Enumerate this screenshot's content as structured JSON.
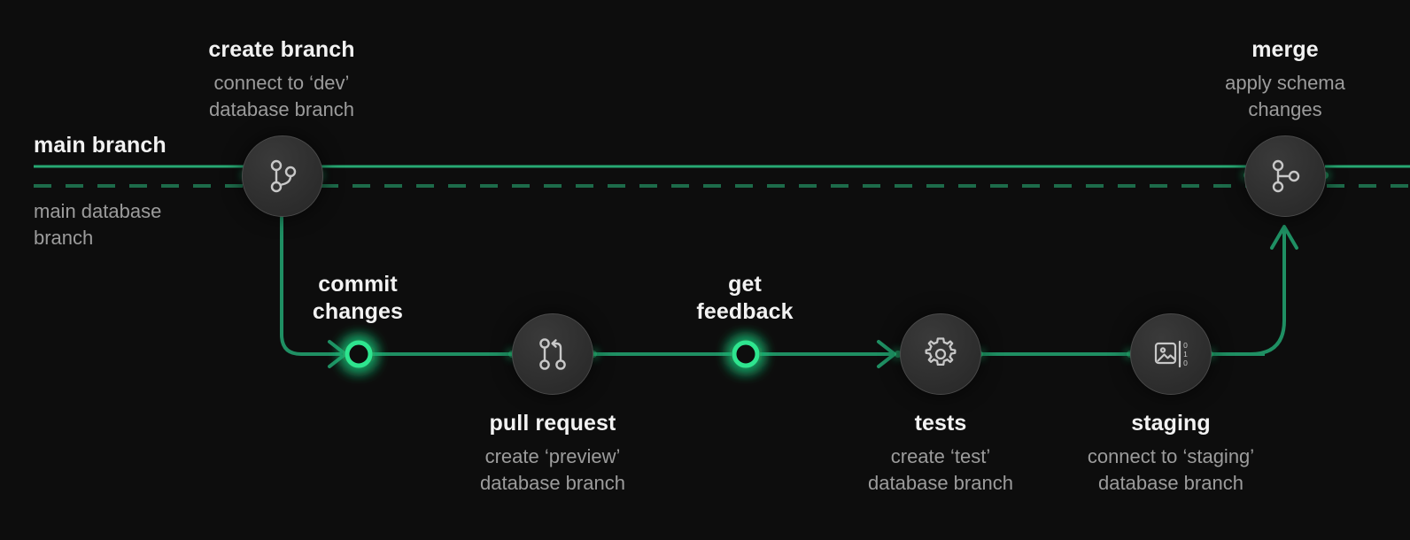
{
  "diagram": {
    "title": "git branch / database branch workflow",
    "background_color": "#0d0d0d",
    "accent_color": "#27ae7b",
    "glow_color": "#2ee58f",
    "node_fill": "#303030",
    "node_stroke": "#4a4a4a",
    "title_color": "#f2f2f2",
    "subtitle_color": "#9c9c9c"
  },
  "tracks": {
    "main_branch_label": "main branch",
    "main_database_branch_label": "main database\nbranch",
    "main_database_branch_line1": "main database",
    "main_database_branch_line2": "branch"
  },
  "nodes": [
    {
      "id": "create-branch",
      "title": "create branch",
      "sub_line1": "connect to ‘dev’",
      "sub_line2": "database branch",
      "icon": "git-branch-icon",
      "label_position": "above"
    },
    {
      "id": "commit-changes",
      "title": "commit\nchanges",
      "sub_line1": "",
      "sub_line2": "",
      "title_line1": "commit",
      "title_line2": "changes",
      "icon": "green-ring-marker",
      "label_position": "above"
    },
    {
      "id": "pull-request",
      "title": "pull request",
      "sub_line1": "create ‘preview’",
      "sub_line2": "database branch",
      "icon": "pull-request-icon",
      "label_position": "below"
    },
    {
      "id": "get-feedback",
      "title": "get\nfeedback",
      "title_line1": "get",
      "title_line2": "feedback",
      "sub_line1": "",
      "sub_line2": "",
      "icon": "green-ring-marker",
      "label_position": "above"
    },
    {
      "id": "tests",
      "title": "tests",
      "sub_line1": "create ‘test’",
      "sub_line2": "database branch",
      "icon": "gear-icon",
      "label_position": "below"
    },
    {
      "id": "staging",
      "title": "staging",
      "sub_line1": "connect to ‘staging’",
      "sub_line2": "database branch",
      "icon": "image-binary-icon",
      "label_position": "below"
    },
    {
      "id": "merge",
      "title": "merge",
      "sub_line1": "apply schema",
      "sub_line2": "changes",
      "icon": "git-merge-icon",
      "label_position": "above"
    }
  ],
  "staging_icon_digits": [
    "0",
    "1",
    "0"
  ]
}
